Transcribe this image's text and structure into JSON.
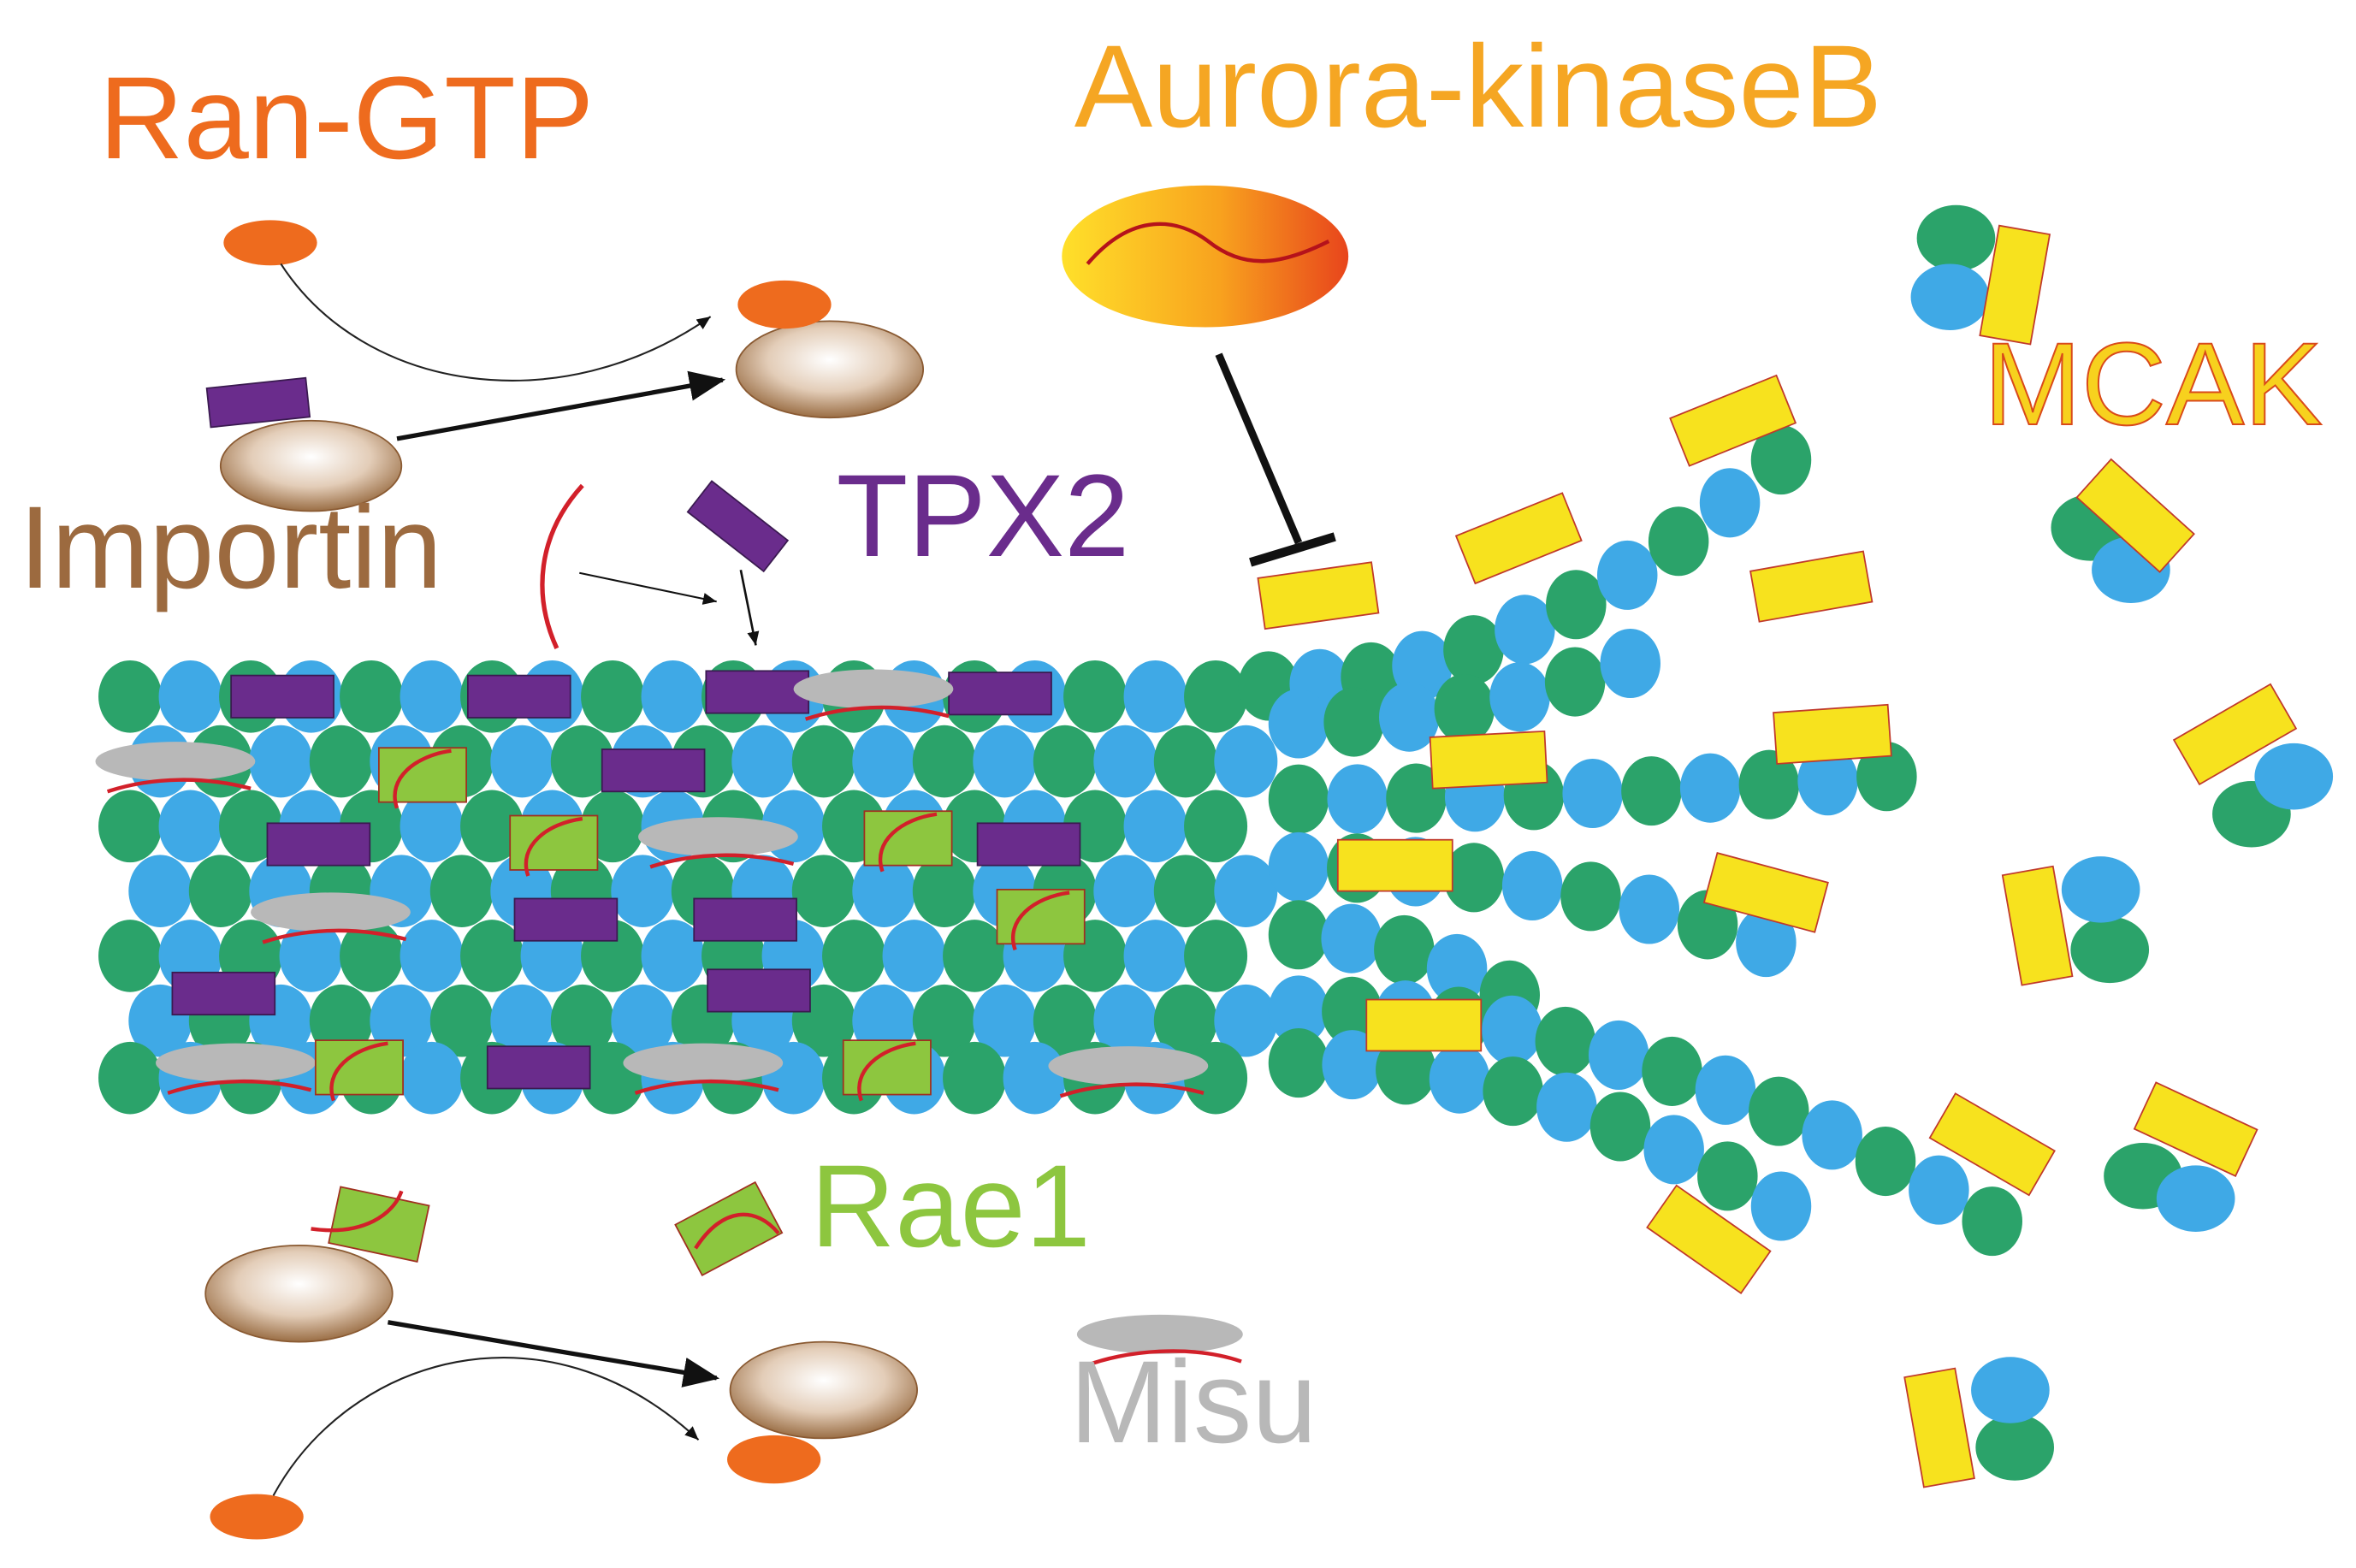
{
  "labels": {
    "ran_gtp": "Ran-GTP",
    "aurora": "Aurora-kinaseB",
    "importin": "Importin",
    "tpx2": "TPX2",
    "mcak": "MCAK",
    "rae1": "Rae1",
    "misu": "Misu"
  },
  "colors": {
    "ran_gtp": "#EE6B1E",
    "aurora": "#F5A623",
    "importin": "#9C6A3F",
    "tpx2": "#6A2C8C",
    "mcak": "#F7D11E",
    "rae1": "#8DC63F",
    "misu": "#B8B8B8",
    "tubulin_green": "#2BA36A",
    "tubulin_blue": "#3FA9E6"
  }
}
